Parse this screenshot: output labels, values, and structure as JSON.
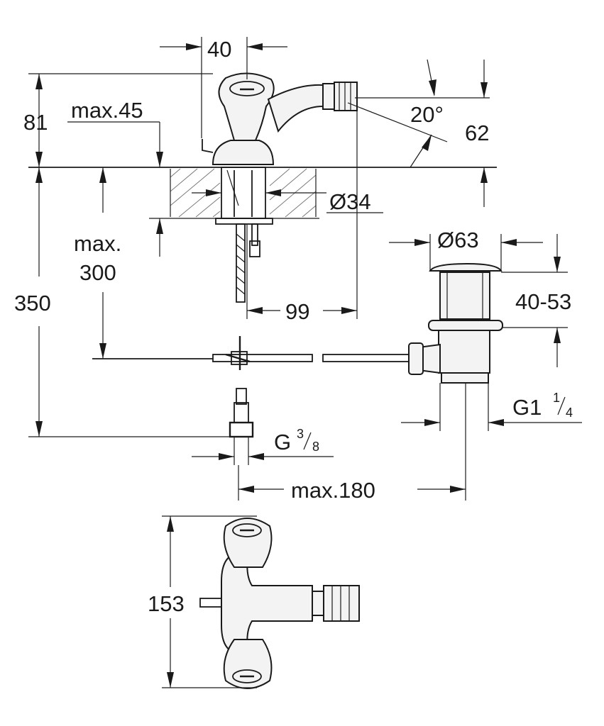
{
  "dimensions": {
    "spout_width": "40",
    "top_height": "81",
    "deck_max": "max.45",
    "angle": "20°",
    "right_height": "62",
    "shank_diameter": "Ø34",
    "max_300_line1": "max.",
    "max_300_line2": "300",
    "overall_height": "350",
    "waste_diameter": "Ø63",
    "waste_range": "40-53",
    "projection": "99",
    "waste_thread_main": "G1",
    "waste_thread_num": "1",
    "waste_thread_den": "4",
    "supply_thread_main": "G",
    "supply_thread_num": "3",
    "supply_thread_den": "8",
    "max_180": "max.180",
    "plan_depth": "153"
  },
  "colors": {
    "line": "#1a1a1a",
    "hatch": "#7a7a7a",
    "body": "#f3f3f3",
    "background": "#ffffff"
  }
}
